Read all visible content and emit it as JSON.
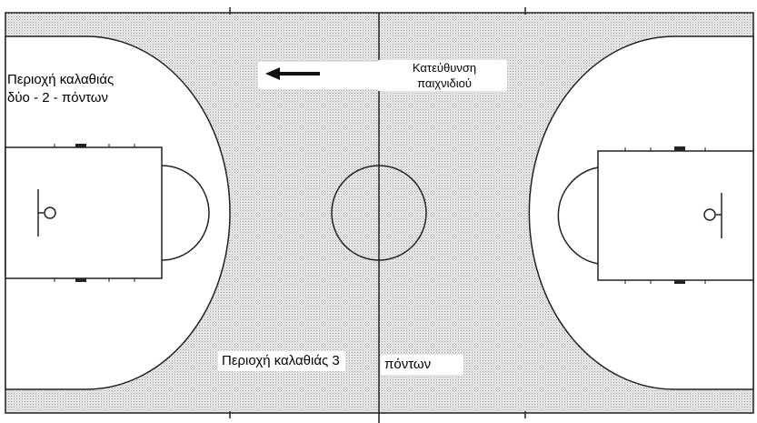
{
  "labels": {
    "two_point_line1": "Περιοχή καλαθιάς",
    "two_point_line2": "δύο - 2 - πόντων",
    "direction_line1": "Κατεύθυνση",
    "direction_line2": "παιχνιδιού",
    "three_point_part1": "Περιοχή καλαθιάς  3",
    "three_point_part2": "πόντων"
  },
  "icons": {
    "direction_arrow": "arrow-left-icon"
  },
  "colors": {
    "court_fill": "#e4e4e4",
    "two_point_area": "#ffffff",
    "lines": "#222222"
  }
}
